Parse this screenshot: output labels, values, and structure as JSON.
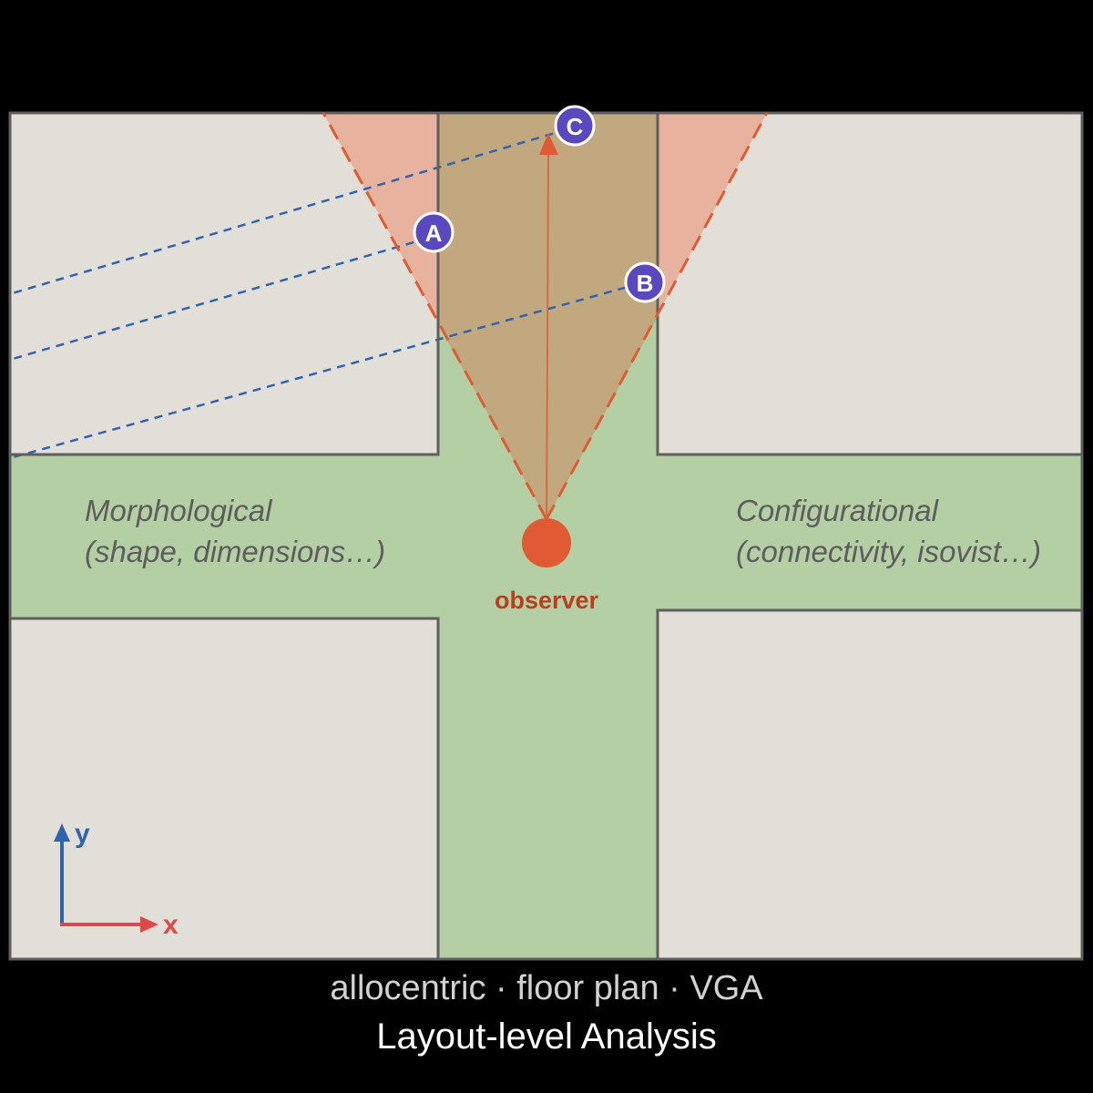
{
  "labels": {
    "observer": "observer",
    "morphological_line1": "Morphological",
    "morphological_line2": "(shape, dimensions…)",
    "configurational_line1": "Configurational",
    "configurational_line2": "(connectivity, isovist…)",
    "axis_x": "x",
    "axis_y": "y"
  },
  "points": [
    {
      "id": "A",
      "label": "A"
    },
    {
      "id": "B",
      "label": "B"
    },
    {
      "id": "C",
      "label": "C"
    }
  ],
  "caption": {
    "subtitle": "allocentric · floor plan · VGA",
    "title": "Layout-level Analysis"
  },
  "colors": {
    "background": "#000000",
    "building": "#e2dfd8",
    "corridor": "#b3cfa3",
    "walls": "#5f5f5f",
    "view_cone": "#e8ab94",
    "view_cone_overlap": "#c2a87e",
    "observer": "#e05a33",
    "ray_blue": "#2f64b0",
    "point_badge": "#5a48c0",
    "axis_x": "#e04848",
    "axis_y": "#2f64b0"
  }
}
